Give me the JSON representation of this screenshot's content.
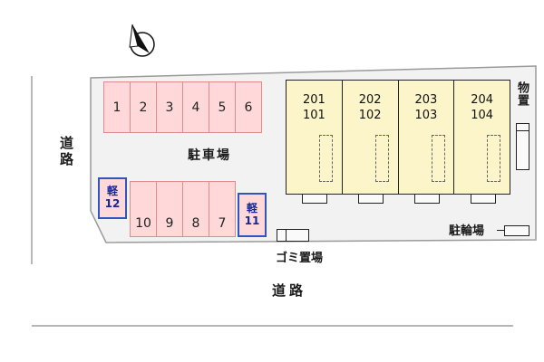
{
  "roads": {
    "left": "道路",
    "bottom": "道路"
  },
  "site": {
    "parking_area_label": "駐車場",
    "top_spaces": [
      "1",
      "2",
      "3",
      "4",
      "5",
      "6"
    ],
    "bottom_spaces": [
      "10",
      "9",
      "8",
      "7"
    ],
    "kei_spaces": [
      {
        "prefix": "軽",
        "number": "12"
      },
      {
        "prefix": "軽",
        "number": "11"
      }
    ],
    "building_units": [
      {
        "upper": "201",
        "lower": "101"
      },
      {
        "upper": "202",
        "lower": "102"
      },
      {
        "upper": "203",
        "lower": "103"
      },
      {
        "upper": "204",
        "lower": "104"
      }
    ],
    "storage_label": "物置",
    "garbage_label": "ゴミ置場",
    "bicycle_label": "駐輪場"
  },
  "icons": {
    "compass": "north-arrow"
  },
  "colors": {
    "parking_fill": "#ffd9d9",
    "parking_border": "#e08a8a",
    "kei_border": "#3355bb",
    "building_fill": "#fbf5c9",
    "plot_fill": "#f2f2f2",
    "plot_border": "#9a9a9a"
  }
}
